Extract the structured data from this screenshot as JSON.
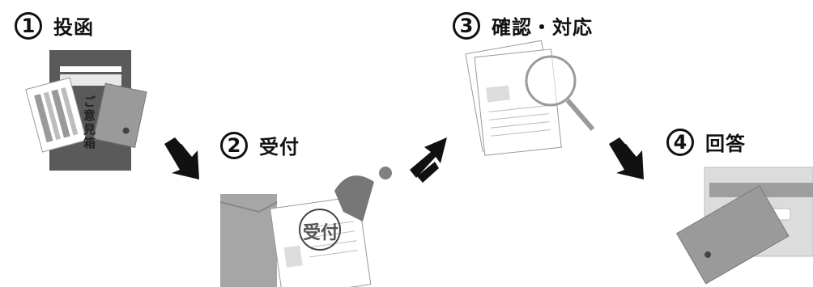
{
  "steps": [
    {
      "number": "1",
      "label": "投函"
    },
    {
      "number": "2",
      "label": "受付"
    },
    {
      "number": "3",
      "label": "確認・対応"
    },
    {
      "number": "4",
      "label": "回答"
    }
  ],
  "suggestion_box": {
    "label": "ご意見箱"
  },
  "stamp": {
    "text": "受付"
  },
  "colors": {
    "box": "#555555",
    "envelope": "#9a9a9a",
    "arrow": "#111111"
  }
}
